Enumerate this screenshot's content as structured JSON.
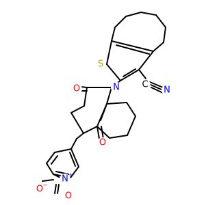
{
  "atoms": {
    "S": {
      "text": "S",
      "color": "#C8A400"
    },
    "N_ring": {
      "text": "N",
      "color": "#0000FF"
    },
    "N_nitrile": {
      "text": "N",
      "color": "#0000FF"
    },
    "C_nitrile": {
      "text": "C",
      "color": "#000000"
    },
    "O_lactam": {
      "text": "O",
      "color": "#FF0000"
    },
    "O_ketone": {
      "text": "O",
      "color": "#FF0000"
    },
    "N_nitro": {
      "text": "N",
      "color": "#0000FF"
    },
    "N_nitro_charge": {
      "text": "+",
      "color": "#0000FF"
    },
    "O_nitro_top": {
      "text": "O",
      "color": "#FF0000"
    },
    "O_nitro_bottom": {
      "text": "O",
      "color": "#FF0000"
    },
    "O_nitro_charge": {
      "text": "−",
      "color": "#FF0000"
    }
  }
}
